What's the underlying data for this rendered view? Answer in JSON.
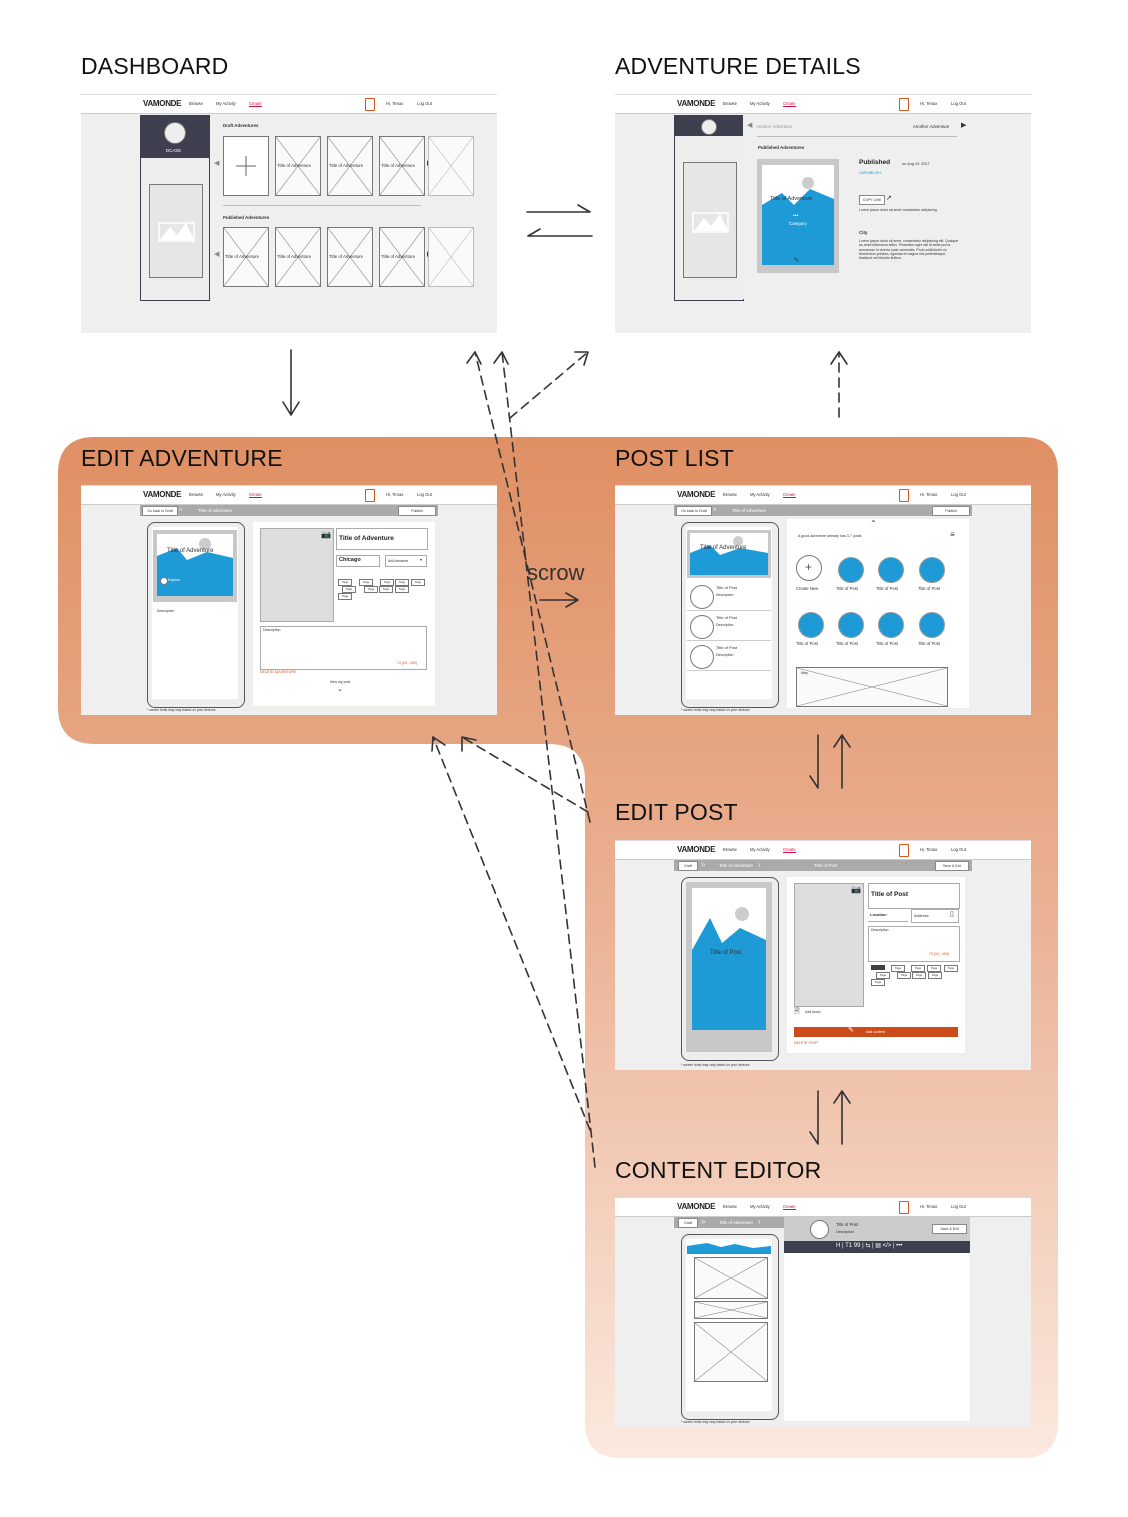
{
  "sections": {
    "dashboard": "DASHBOARD",
    "adventure_details": "ADVENTURE DETAILS",
    "edit_adventure": "EDIT ADVENTURE",
    "post_list": "POST LIST",
    "edit_post": "EDIT POST",
    "content_editor": "CONTENT EDITOR"
  },
  "connector_label": "scrow",
  "nav": {
    "logo": "VAMONDE",
    "browse": "Browse",
    "my_activity": "My Activity",
    "create": "Create",
    "greeting": "Hi, Tenax",
    "logout": "Log Out"
  },
  "dashboard": {
    "user": "DCASE",
    "draft_heading": "Draft Adventures",
    "published_heading": "Published Adventures",
    "card_title": "Title of Adventure"
  },
  "adventure_details": {
    "prev": "Another Adventure",
    "next": "Another Adventure",
    "heading": "Published Adventures",
    "card_title": "Title of Adventure",
    "category": "Category",
    "status": "Published",
    "date": "on Aug 19, 2017",
    "unpublish": "UNPUBLISH",
    "copy_link": "COPY LINK",
    "lorem_short": "Lorem ipsum dolor sit amet consectetur adipiscing",
    "city": "City",
    "lorem_long": "Lorem ipsum dolor sit amet, consectetur adipiscing elit. Quisque ac amet bibendum tellus. Phasellus eget nisl id amet purus accumsan in viverra justo venenatis. Proin sollicitudin mi fermentum pretium, egestas et magna nisi pellentesque, tincidunt vel lobortis finibus."
  },
  "edit_adventure": {
    "go_back": "Go back to Draft",
    "crumb_title": "Title of Adventure",
    "publish": "Publish",
    "card_title": "Title of Adventure",
    "explore": "Explore",
    "description_label": "Description",
    "title_field": "Title of Adventure",
    "city_field": "Chicago",
    "category_field": "Art/Literature",
    "tag": "Tags",
    "description_field": "Description",
    "char_count": "72 (10 - 400)",
    "delete": "DELETE ADVENTURE",
    "new_post": "New my post",
    "note": "* screen fonts may vary based on your devices"
  },
  "post_list": {
    "go_back": "Go back to Draft",
    "crumb_title": "Title of Adventure",
    "publish": "Publish",
    "card_title": "Title of Adventure",
    "summary": "A good adventure already has 3-7 posts",
    "create_new": "Create New",
    "post_title": "Title of Post",
    "description": "Description",
    "map": "Map",
    "note": "* screen fonts may vary based on your devices"
  },
  "edit_post": {
    "draft": "Draft",
    "crumb_title": "Title of Adventure",
    "crumb_post": "Title of Post",
    "save_exit": "Save & Exit",
    "card_title": "Title of Post",
    "title_field": "Title of Post",
    "location": "Location",
    "address": "Address",
    "description": "Description",
    "char_count": "72 (10 - 400)",
    "add_audio": "Add Audio",
    "tag": "Tags",
    "write_content": "Add content",
    "delete": "DELETE POST",
    "note": "* screen fonts may vary based on your devices"
  },
  "content_editor": {
    "draft": "Draft",
    "crumb_title": "Title of Adventure",
    "post_title": "Title of Post",
    "description": "Description",
    "save_exit": "Save & Exit",
    "toolbar": "H | T1 99 | ⇆ | ▤ </> | •••",
    "note": "* screen fonts may vary based on your devices"
  },
  "colors": {
    "accent_orange": "#df8f63",
    "wire_blue": "#1e9ad6",
    "brand_red": "#cc4b1b",
    "dark_panel": "#3d3f4e"
  }
}
